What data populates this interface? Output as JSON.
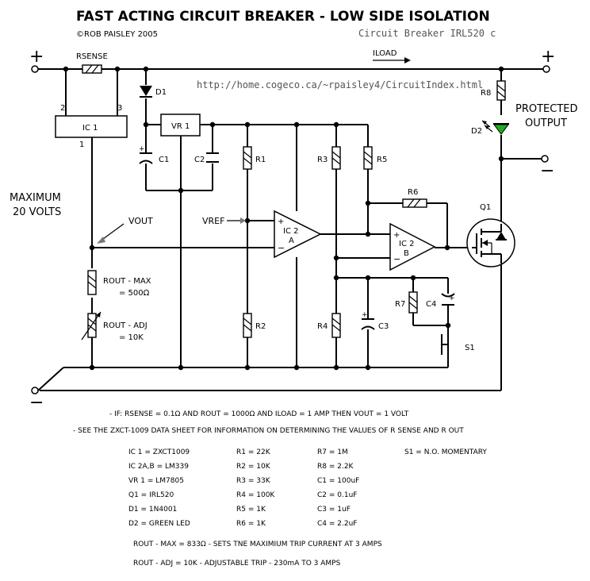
{
  "header": {
    "title": "FAST ACTING CIRCUIT BREAKER  -  LOW SIDE ISOLATION",
    "copyright": "©ROB PAISLEY 2005",
    "filename": "Circuit Breaker IRL520 c",
    "url": "http://home.cogeco.ca/~rpaisley4/CircuitIndex.html"
  },
  "terminals": {
    "plus": "+",
    "minus": "−"
  },
  "labels": {
    "rsense": "RSENSE",
    "iload": "ILOAD",
    "protected": "PROTECTED",
    "output": "OUTPUT",
    "max1": "MAXIMUM",
    "max2": "20 VOLTS",
    "vout": "VOUT",
    "vref": "VREF",
    "rout_max": "ROUT - MAX",
    "rout_max_val": "= 500Ω",
    "rout_adj": "ROUT - ADJ",
    "rout_adj_val": "= 10K"
  },
  "components": {
    "ic1": "IC 1",
    "ic1_pin1": "1",
    "ic1_pin2": "2",
    "ic1_pin3": "3",
    "d1": "D1",
    "vr1": "VR 1",
    "c1": "C1",
    "c2": "C2",
    "r1": "R1",
    "r2": "R2",
    "r3": "R3",
    "r4": "R4",
    "r5": "R5",
    "r6": "R6",
    "r7": "R7",
    "r8": "R8",
    "c3": "C3",
    "c4": "C4",
    "d2": "D2",
    "q1": "Q1",
    "s1": "S1",
    "ic2a_1": "IC 2",
    "ic2a_2": "A",
    "ic2b_1": "IC 2",
    "ic2b_2": "B",
    "plus_in": "+",
    "minus_in": "−"
  },
  "notes": {
    "note1": "- IF:  RSENSE = 0.1Ω  AND  ROUT = 1000Ω  AND  ILOAD = 1 AMP THEN VOUT = 1 VOLT",
    "note2": "- SEE THE ZXCT-1009 DATA SHEET FOR INFORMATION ON DETERMINING THE VALUES OF R SENSE AND R OUT",
    "footer1": "ROUT - MAX = 833Ω - SETS TNE MAXIMIUM TRIP CURRENT AT 3 AMPS",
    "footer2": "ROUT - ADJ = 10K - ADJUSTABLE TRIP - 230mA TO 3 AMPS"
  },
  "parts_list": {
    "col1": [
      "IC 1 = ZXCT1009",
      "IC 2A,B = LM339",
      "VR 1 = LM7805",
      "Q1 = IRL520",
      "D1 = 1N4001",
      "D2 = GREEN LED"
    ],
    "col2": [
      "R1 = 22K",
      "R2 = 10K",
      "R3 = 33K",
      "R4 = 100K",
      "R5 = 1K",
      "R6 = 1K"
    ],
    "col3": [
      "R7 = 1M",
      "R8 = 2.2K",
      "C1 = 100uF",
      "C2 = 0.1uF",
      "C3 = 1uF",
      "C4 = 2.2uF"
    ],
    "col4": [
      "S1 = N.O. MOMENTARY"
    ]
  },
  "colors": {
    "led": "#22aa22",
    "url_text": "#555555"
  }
}
